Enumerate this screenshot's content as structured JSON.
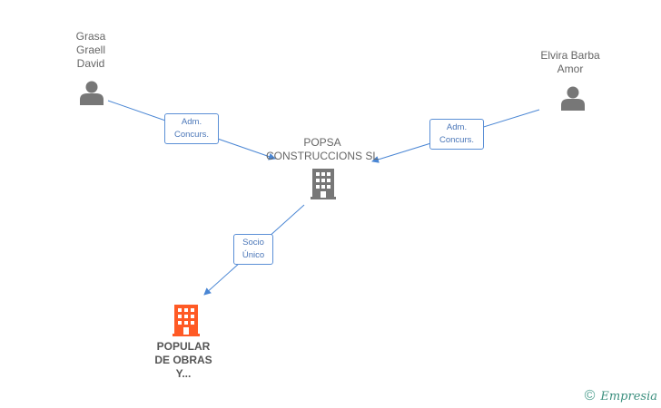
{
  "nodes": {
    "grasa": {
      "label": "Grasa\nGraell\nDavid",
      "icon": "person-icon",
      "color": "#777777"
    },
    "elvira": {
      "label": "Elvira Barba\nAmor",
      "icon": "person-icon",
      "color": "#777777"
    },
    "popsa": {
      "label": "POPSA\nCONSTRUCCIONS SL",
      "icon": "building-icon",
      "color": "#777777"
    },
    "popular": {
      "label": "POPULAR\nDE OBRAS\nY...",
      "icon": "building-icon",
      "color": "#ff5a25"
    }
  },
  "edges": {
    "grasa_popsa": {
      "label": "Adm.\nConcurs."
    },
    "elvira_popsa": {
      "label": "Adm.\nConcurs."
    },
    "popsa_popular": {
      "label": "Socio\nÚnico"
    }
  },
  "colors": {
    "edge": "#4a86d4"
  },
  "brand": {
    "copyright": "©",
    "name": "Empresia"
  }
}
